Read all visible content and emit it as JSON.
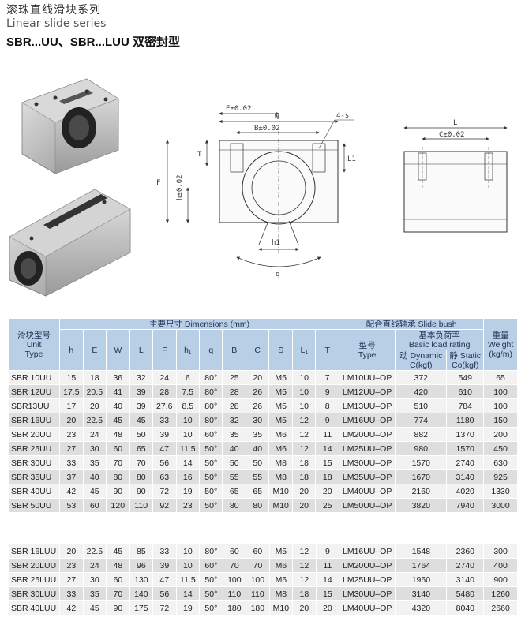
{
  "title_cn": "滚珠直线滑块系列",
  "title_en": "Linear slide series",
  "model_title": "SBR...UU、SBR...LUU 双密封型",
  "drawing_labels": {
    "E": "E±0.02",
    "W": "W",
    "B": "B±0.02",
    "S": "4-s",
    "T": "T",
    "L1": "L1",
    "F": "F",
    "h": "h±0.02",
    "h1": "h1",
    "q": "q",
    "L": "L",
    "C": "C±0.02"
  },
  "table": {
    "head_unit_type": [
      "滑块型号",
      "Unit",
      "Type"
    ],
    "head_dimensions": "主要尺寸 Dimensions (mm)",
    "head_bush": "配合直线轴承 Slide bush",
    "head_weight": [
      "重量",
      "Weight",
      "(kg/m)"
    ],
    "head_bush_type": [
      "型号",
      "Type"
    ],
    "head_load_group": [
      "基本负荷率",
      "Basic load rating"
    ],
    "head_dynamic": [
      "动 Dynamic",
      "C(kgf)"
    ],
    "head_static": [
      "静 Static",
      "Co(kgf)"
    ],
    "dim_cols": [
      "h",
      "E",
      "W",
      "L",
      "F",
      "h₁",
      "q",
      "B",
      "C",
      "S",
      "L₁",
      "T"
    ],
    "uu_rows": [
      [
        "SBR 10UU",
        "15",
        "18",
        "36",
        "32",
        "24",
        "6",
        "80°",
        "25",
        "20",
        "M5",
        "10",
        "7",
        "LM10UU–OP",
        "372",
        "549",
        "65"
      ],
      [
        "SBR 12UU",
        "17.5",
        "20.5",
        "41",
        "39",
        "28",
        "7.5",
        "80°",
        "28",
        "26",
        "M5",
        "10",
        "9",
        "LM12UU–OP",
        "420",
        "610",
        "100"
      ],
      [
        "SBR13UU",
        "17",
        "20",
        "40",
        "39",
        "27.6",
        "8.5",
        "80°",
        "28",
        "26",
        "M5",
        "10",
        "8",
        "LM13UU–OP",
        "510",
        "784",
        "100"
      ],
      [
        "SBR 16UU",
        "20",
        "22.5",
        "45",
        "45",
        "33",
        "10",
        "80°",
        "32",
        "30",
        "M5",
        "12",
        "9",
        "LM16UU–OP",
        "774",
        "1180",
        "150"
      ],
      [
        "SBR 20UU",
        "23",
        "24",
        "48",
        "50",
        "39",
        "10",
        "60°",
        "35",
        "35",
        "M6",
        "12",
        "11",
        "LM20UU–OP",
        "882",
        "1370",
        "200"
      ],
      [
        "SBR 25UU",
        "27",
        "30",
        "60",
        "65",
        "47",
        "11.5",
        "50°",
        "40",
        "40",
        "M6",
        "12",
        "14",
        "LM25UU–OP",
        "980",
        "1570",
        "450"
      ],
      [
        "SBR 30UU",
        "33",
        "35",
        "70",
        "70",
        "56",
        "14",
        "50°",
        "50",
        "50",
        "M8",
        "18",
        "15",
        "LM30UU–OP",
        "1570",
        "2740",
        "630"
      ],
      [
        "SBR 35UU",
        "37",
        "40",
        "80",
        "80",
        "63",
        "16",
        "50°",
        "55",
        "55",
        "M8",
        "18",
        "18",
        "LM35UU–OP",
        "1670",
        "3140",
        "925"
      ],
      [
        "SBR 40UU",
        "42",
        "45",
        "90",
        "90",
        "72",
        "19",
        "50°",
        "65",
        "65",
        "M10",
        "20",
        "20",
        "LM40UU–OP",
        "2160",
        "4020",
        "1330"
      ],
      [
        "SBR 50UU",
        "53",
        "60",
        "120",
        "110",
        "92",
        "23",
        "50°",
        "80",
        "80",
        "M10",
        "20",
        "25",
        "LM50UU–OP",
        "3820",
        "7940",
        "3000"
      ]
    ],
    "luu_rows": [
      [
        "SBR 16LUU",
        "20",
        "22.5",
        "45",
        "85",
        "33",
        "10",
        "80°",
        "60",
        "60",
        "M5",
        "12",
        "9",
        "LM16UU–OP",
        "1548",
        "2360",
        "300"
      ],
      [
        "SBR 20LUU",
        "23",
        "24",
        "48",
        "96",
        "39",
        "10",
        "60°",
        "70",
        "70",
        "M6",
        "12",
        "11",
        "LM20UU–OP",
        "1764",
        "2740",
        "400"
      ],
      [
        "SBR 25LUU",
        "27",
        "30",
        "60",
        "130",
        "47",
        "11.5",
        "50°",
        "100",
        "100",
        "M6",
        "12",
        "14",
        "LM25UU–OP",
        "1960",
        "3140",
        "900"
      ],
      [
        "SBR 30LUU",
        "33",
        "35",
        "70",
        "140",
        "56",
        "14",
        "50°",
        "110",
        "110",
        "M8",
        "18",
        "15",
        "LM30UU–OP",
        "3140",
        "5480",
        "1260"
      ],
      [
        "SBR 40LUU",
        "42",
        "45",
        "90",
        "175",
        "72",
        "19",
        "50°",
        "180",
        "180",
        "M10",
        "20",
        "20",
        "LM40UU–OP",
        "4320",
        "8040",
        "2660"
      ]
    ]
  }
}
